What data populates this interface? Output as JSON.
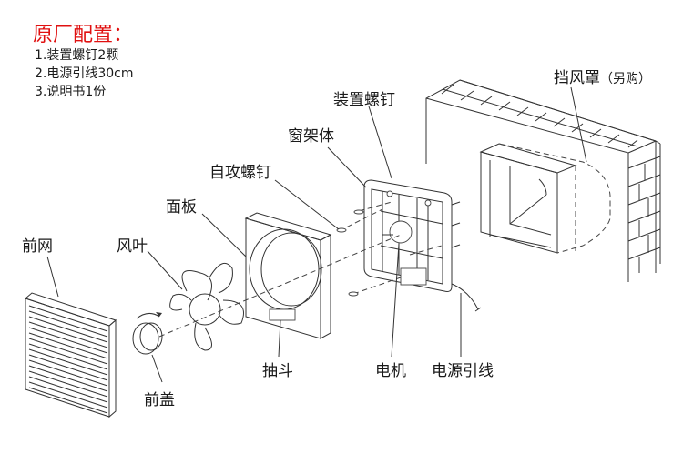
{
  "config": {
    "title": "原厂配置：",
    "items": [
      "1.装置螺钉2颗",
      "2.电源引线30cm",
      "3.说明书1份"
    ],
    "title_color": "#e01010"
  },
  "labels": {
    "front_grille": "前网",
    "fan_blade": "风叶",
    "panel": "面板",
    "self_tapping_screw": "自攻螺钉",
    "window_frame": "窗架体",
    "mounting_screw": "装置螺钉",
    "wind_shield": "挡风罩",
    "wind_shield_note": "（另购）",
    "front_cap": "前盖",
    "drawer": "抽斗",
    "motor": "电机",
    "power_cord": "电源引线"
  }
}
